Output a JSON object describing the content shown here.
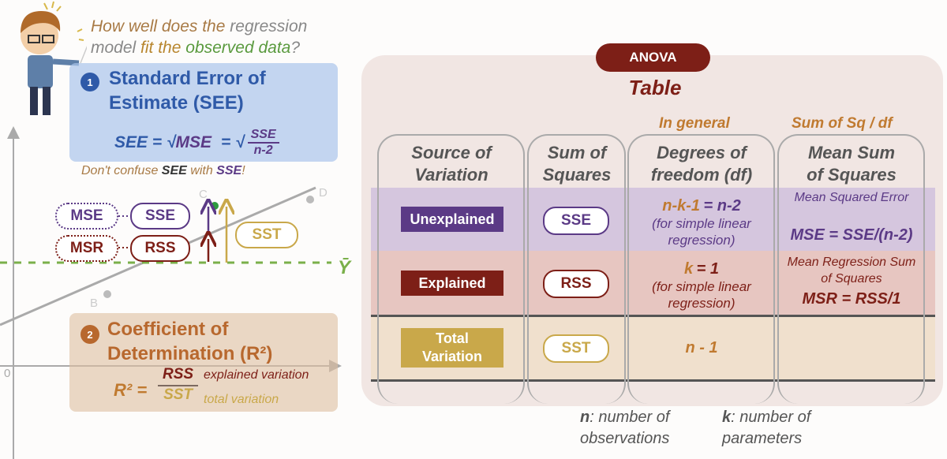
{
  "question": {
    "p1": "How well does the",
    "p2": "regression",
    "p3": "model",
    "p4": "fit the",
    "p5": "observed data",
    "p6": "?"
  },
  "see": {
    "number": "1",
    "title_line1": "Standard Error of",
    "title_line2": "Estimate (SEE)",
    "formula_left": "SEE = √",
    "formula_mse": "MSE",
    "formula_eq": "= √",
    "frac_num": "SSE",
    "frac_den": "n-2"
  },
  "warning": {
    "p1": "Don't confuse",
    "p2": "SEE",
    "p3": "with",
    "p4": "SSE",
    "p5": "!"
  },
  "graph": {
    "mse": "MSE",
    "sse": "SSE",
    "msr": "MSR",
    "rss": "RSS",
    "sst": "SST",
    "ybar": "Ȳ",
    "origin": "0",
    "point_b": "B",
    "point_c": "C",
    "point_d": "D"
  },
  "r2": {
    "number": "2",
    "title_line1": "Coefficient of",
    "title_line2": "Determination (R²)",
    "lhs": "R² =",
    "num": "RSS",
    "den": "SST",
    "num_note": "explained variation",
    "den_note": "total variation"
  },
  "anova": {
    "badge": "ANOVA",
    "subtitle": "Table",
    "col_notes": [
      "In general",
      "Sum of Sq / df"
    ],
    "headers": [
      [
        "Source of",
        "Variation"
      ],
      [
        "Sum of",
        "Squares"
      ],
      [
        "Degrees of",
        "freedom (df)"
      ],
      [
        "Mean Sum",
        "of Squares"
      ]
    ],
    "rows": [
      {
        "source": "Unexplained",
        "ss": "SSE",
        "df_a": "n-k-1",
        "df_b": "= n-2",
        "df_note": "(for simple linear regression)",
        "ms_note": "Mean Squared Error",
        "ms": "MSE = SSE/(n-2)"
      },
      {
        "source": "Explained",
        "ss": "RSS",
        "df_a": "k",
        "df_b": "= 1",
        "df_note": "(for simple linear regression)",
        "ms_note": "Mean Regression Sum of Squares",
        "ms": "MSR = RSS/1"
      },
      {
        "source": "Total Variation",
        "ss": "SST",
        "df_a": "n - 1"
      }
    ],
    "legend": {
      "n": "n",
      "n_text": ": number of observations",
      "k": "k",
      "k_text": ": number of parameters"
    }
  },
  "colors": {
    "purple": "#5b3a86",
    "darkred": "#7d1f17",
    "gold": "#c9a84a",
    "blue": "#2f5aa8",
    "orange": "#b8682e",
    "green": "#7ab04a"
  }
}
